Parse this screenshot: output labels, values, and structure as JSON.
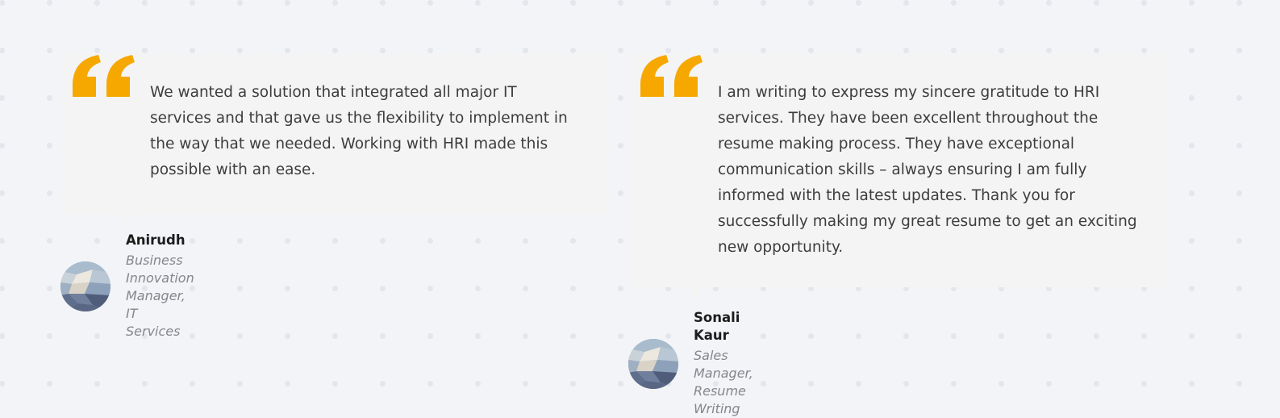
{
  "colors": {
    "accent": "#f6a800",
    "card_background": "#f4f4f5",
    "page_background": "#f3f4f8",
    "text": "#3d3d3d",
    "role_text": "#85868b"
  },
  "testimonials": [
    {
      "quote_icon": "quote-icon",
      "quote_lines": [
        "We wanted a solution that integrated all major IT",
        "services and that gave us the flexibility to implement in",
        "the way that we needed. Working with HRI made this",
        "possible with an ease."
      ],
      "author": {
        "name": "Anirudh",
        "role": "Business Innovation Manager, IT Services",
        "avatar_icon": "avatar-image"
      }
    },
    {
      "quote_icon": "quote-icon",
      "quote_lines": [
        "I am writing to express my sincere gratitude to HRI",
        "services. They have been excellent throughout the",
        "resume making process. They have exceptional",
        "communication skills – always ensuring I am fully",
        "informed with the latest updates. Thank you for",
        "successfully making my great resume to get an exciting",
        "new opportunity."
      ],
      "author": {
        "name": "Sonali Kaur",
        "role": "Sales Manager, Resume Writing",
        "avatar_icon": "avatar-image"
      }
    }
  ]
}
